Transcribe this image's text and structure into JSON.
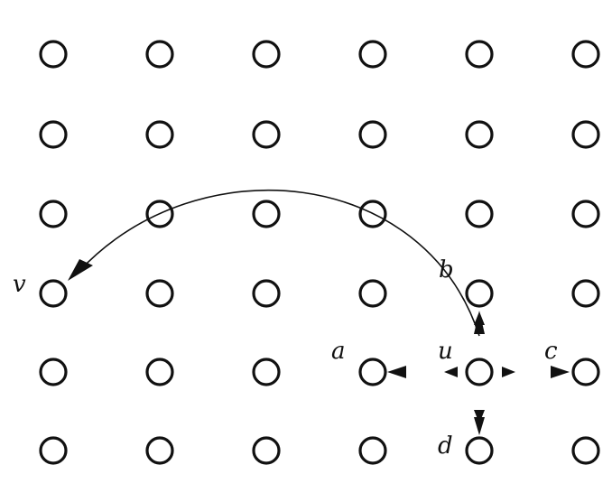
{
  "grid": {
    "rows": 6,
    "cols": 6
  },
  "labels": {
    "v": "v",
    "b": "b",
    "a": "a",
    "u": "u",
    "c": "c",
    "d": "d"
  },
  "colors": {
    "stroke": "#111111",
    "background": "#ffffff"
  }
}
